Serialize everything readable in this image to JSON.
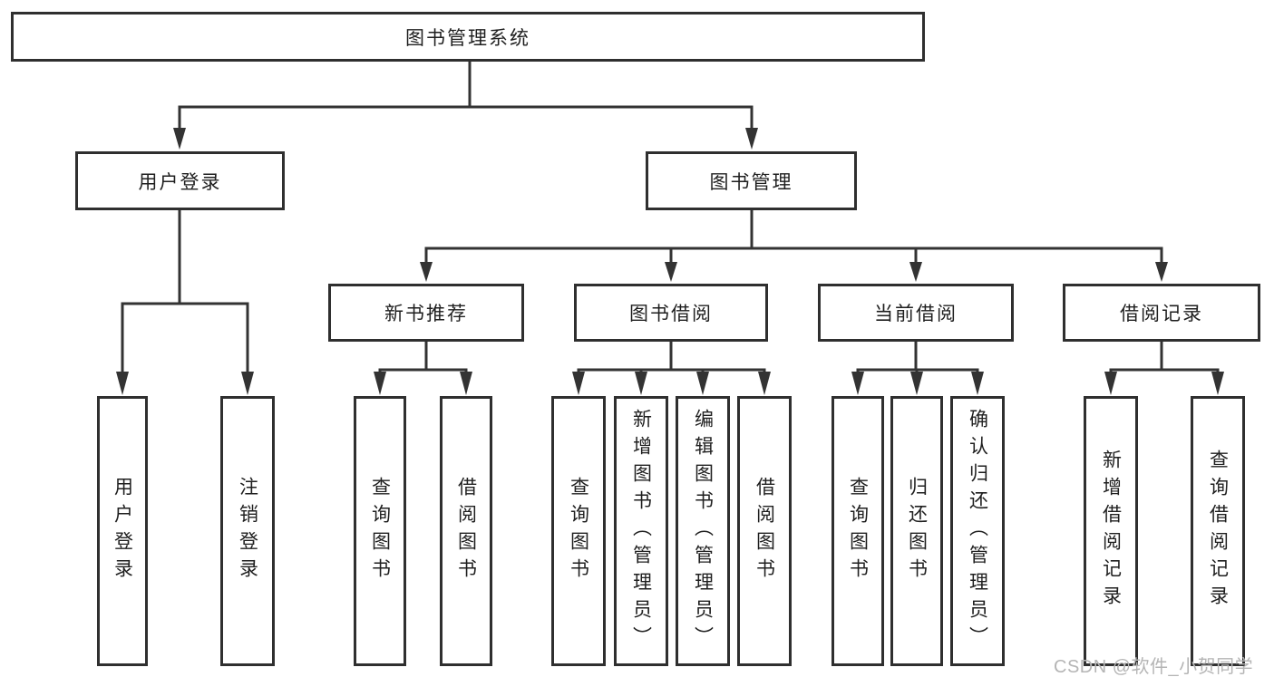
{
  "tree": {
    "label": "图书管理系统",
    "children": [
      {
        "label": "用户登录",
        "children": [
          {
            "label": "用户登录"
          },
          {
            "label": "注销登录"
          }
        ]
      },
      {
        "label": "图书管理",
        "children": [
          {
            "label": "新书推荐",
            "children": [
              {
                "label": "查询图书"
              },
              {
                "label": "借阅图书"
              }
            ]
          },
          {
            "label": "图书借阅",
            "children": [
              {
                "label": "查询图书"
              },
              {
                "label": "新增图书（管理员）"
              },
              {
                "label": "编辑图书（管理员）"
              },
              {
                "label": "借阅图书"
              }
            ]
          },
          {
            "label": "当前借阅",
            "children": [
              {
                "label": "查询图书"
              },
              {
                "label": "归还图书"
              },
              {
                "label": "确认归还（管理员）"
              }
            ]
          },
          {
            "label": "借阅记录",
            "children": [
              {
                "label": "新增借阅记录"
              },
              {
                "label": "查询借阅记录"
              }
            ]
          }
        ]
      }
    ]
  },
  "watermark": {
    "text": "CSDN @软件_小贺同学"
  },
  "colors": {
    "line": "#333333",
    "box_border": "#2f2f2f",
    "text": "#1f1f1f",
    "watermark": "#b5b5b5",
    "background": "#ffffff"
  }
}
